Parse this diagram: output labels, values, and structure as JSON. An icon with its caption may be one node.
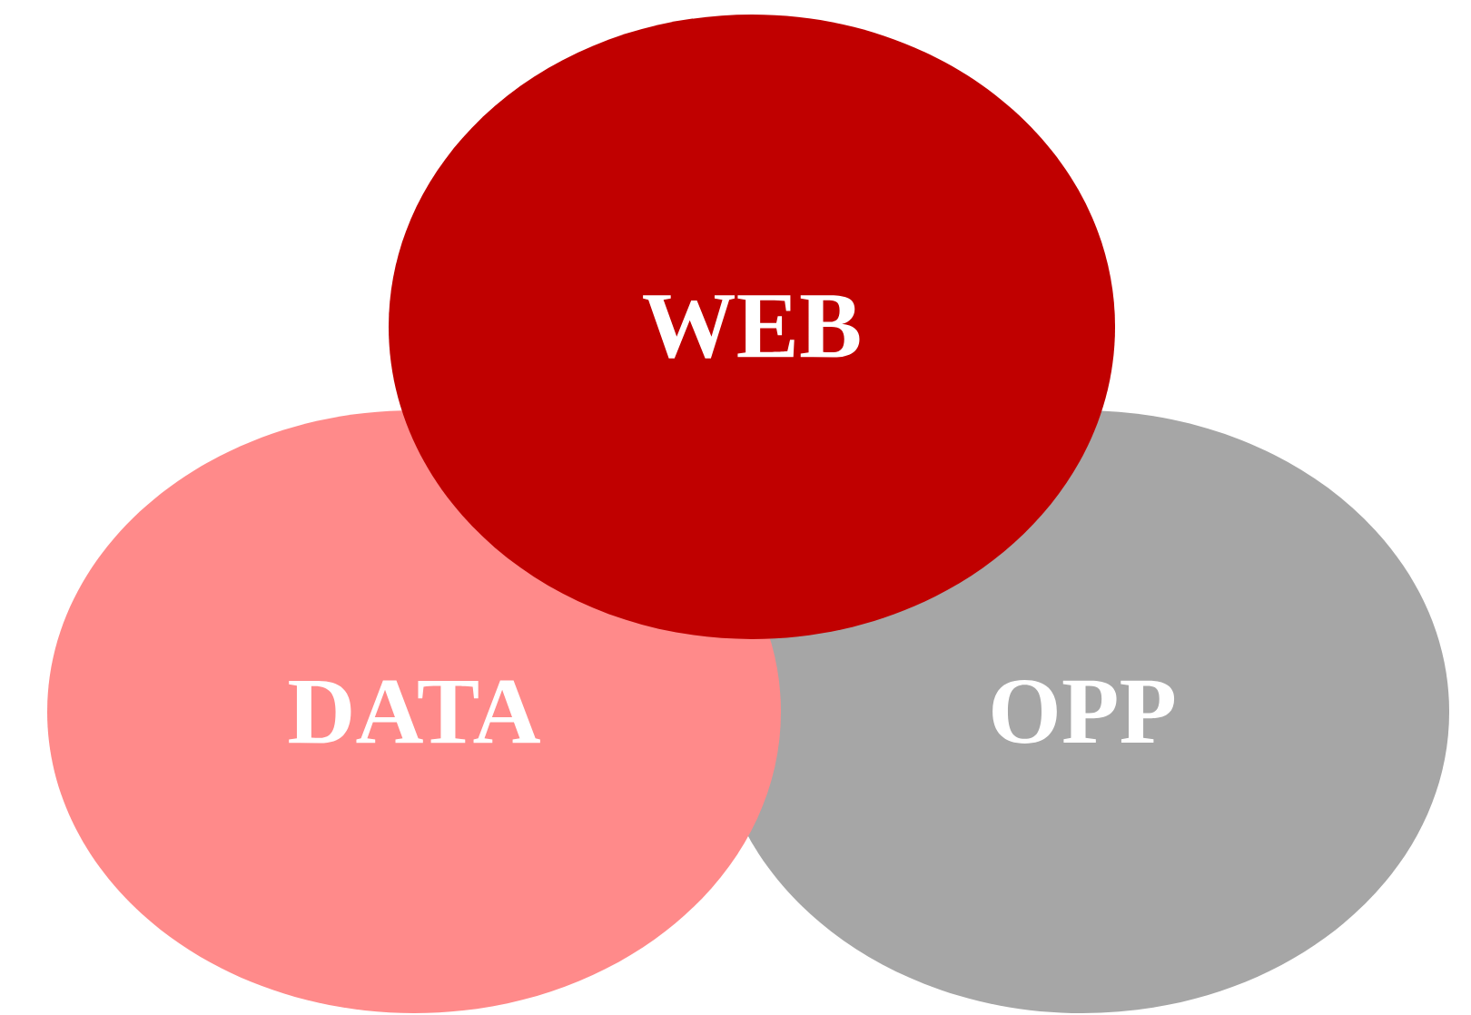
{
  "diagram": {
    "nodes": [
      {
        "text": [
          "WEB"
        ]
      },
      {
        "text": [
          "DATA"
        ]
      },
      {
        "text": [
          "OPP"
        ]
      }
    ]
  }
}
